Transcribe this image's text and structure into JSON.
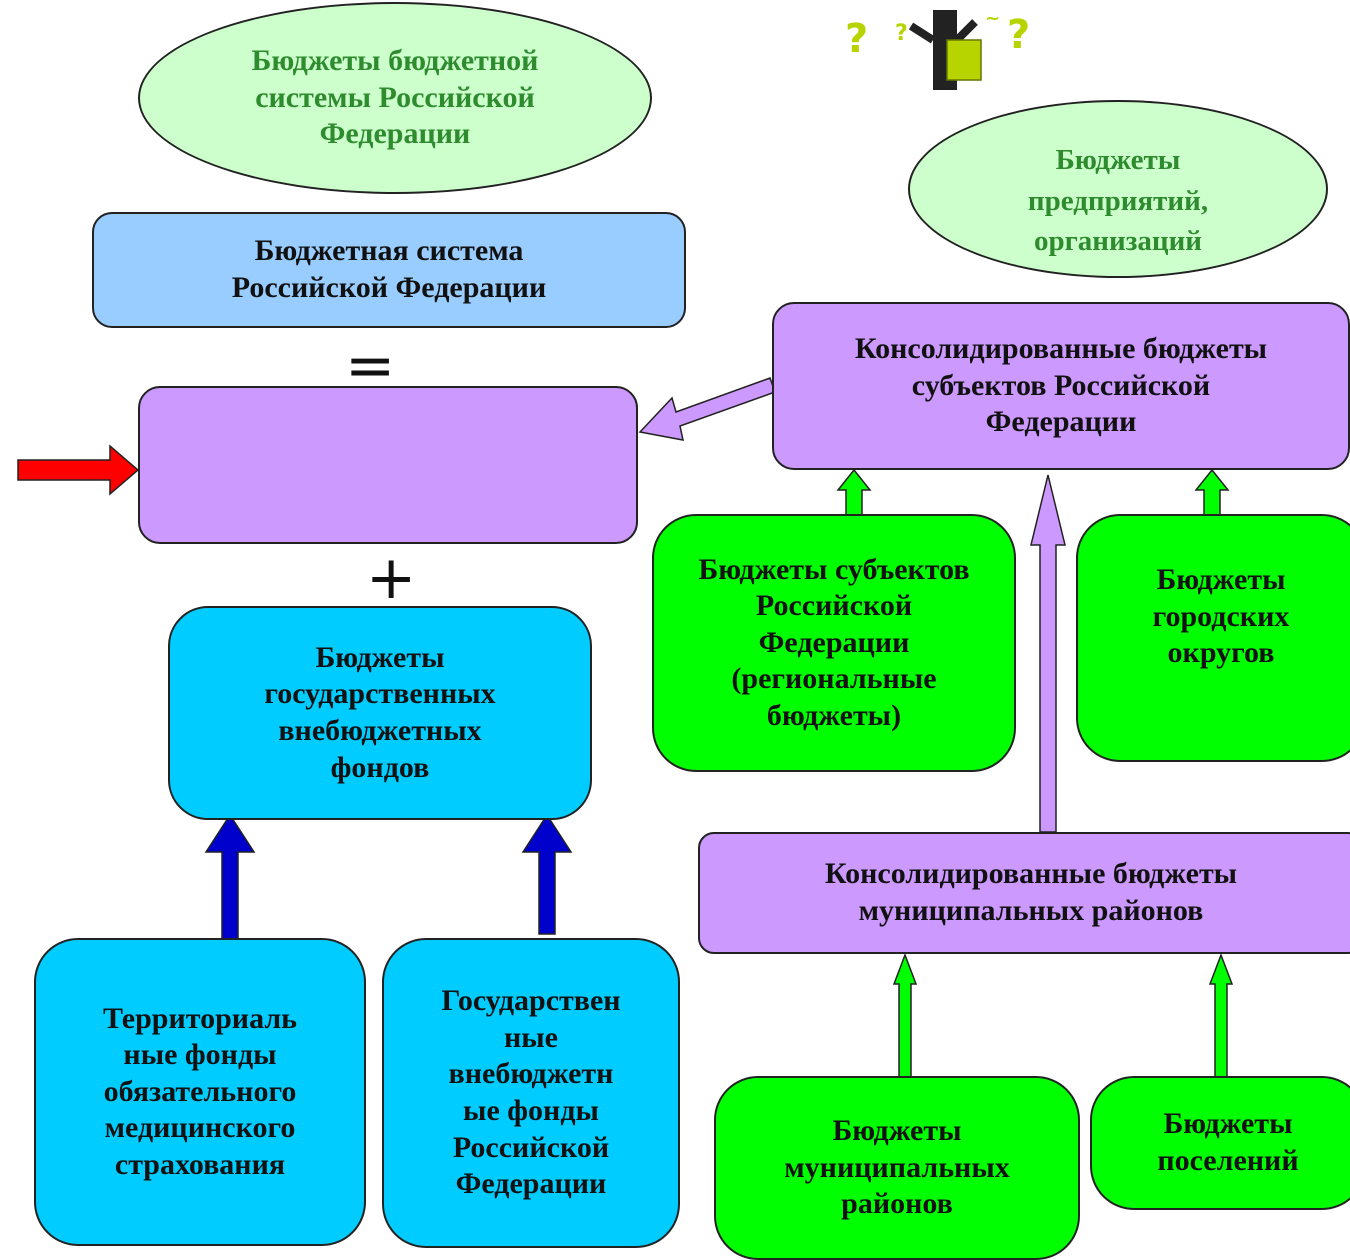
{
  "nodes": {
    "budgets_of_budget_system": "Бюджеты бюджетной\nсистемы Российской\nФедерации",
    "budgets_of_enterprises": "Бюджеты\nпредприятий,\nорганизаций",
    "budget_system_rf": "Бюджетная система\nРоссийской Федерации",
    "federal_budget": "",
    "consolidated_subjects": "Консолидированные бюджеты\nсубъектов Российской\nФедерации",
    "subject_budgets": "Бюджеты субъектов\nРоссийской\nФедерации\n(региональные\nбюджеты)",
    "city_district_budgets": "Бюджеты\nгородских\nокругов",
    "state_extrabudgetary_funds": "Бюджеты\nгосударственных\nвнебюджетных\nфондов",
    "consolidated_municipal": "Консолидированные бюджеты\nмуниципальных районов",
    "territorial_funds": "Территориаль\nные фонды\nобязательного\nмедицинского\nстрахования",
    "state_funds_rf": "Государствен\nные\nвнебюджетн\nые фонды\nРоссийской\nФедерации",
    "municipal_district_budgets": "Бюджеты\nмуниципальных\nрайонов",
    "settlement_budgets": "Бюджеты\nпоселений"
  },
  "symbols": {
    "equals": "=",
    "plus": "+"
  },
  "colors": {
    "ellipse_fill": "#ccffcc",
    "ellipse_text": "#2e8b2e",
    "blue_box": "#99ccff",
    "purple_box": "#cc99ff",
    "cyan_box": "#00ccff",
    "green_box": "#00ff00",
    "arrow_red": "#ff0000",
    "arrow_blue": "#0000cc",
    "arrow_green": "#00ff00",
    "arrow_purple": "#cc99ff"
  },
  "illustration": {
    "icon": "thinking-figure-with-question-marks-icon"
  }
}
